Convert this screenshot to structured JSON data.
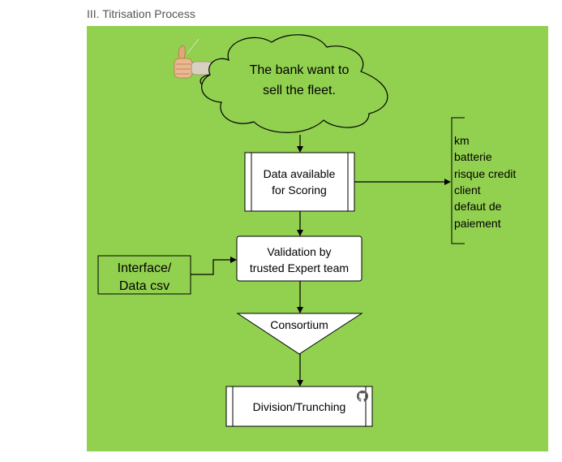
{
  "page": {
    "heading": "III. Titrisation Process",
    "background_color": "#92d050"
  },
  "diagram": {
    "cloud": {
      "line1": "The bank want to",
      "line2": "sell the fleet."
    },
    "data_box": {
      "line1": "Data available",
      "line2": "for Scoring"
    },
    "data_list": [
      "km",
      "batterie",
      "risque credit",
      "client",
      "defaut de",
      "paiement"
    ],
    "validation_box": {
      "line1": "Validation by",
      "line2": "trusted Expert team"
    },
    "interface_box": {
      "line1": "Interface/",
      "line2": "Data csv"
    },
    "consortium": {
      "label": "Consortium"
    },
    "division_box": {
      "label": "Division/Trunching"
    }
  },
  "icons": [
    "thumbs-up-icon",
    "github-icon"
  ]
}
